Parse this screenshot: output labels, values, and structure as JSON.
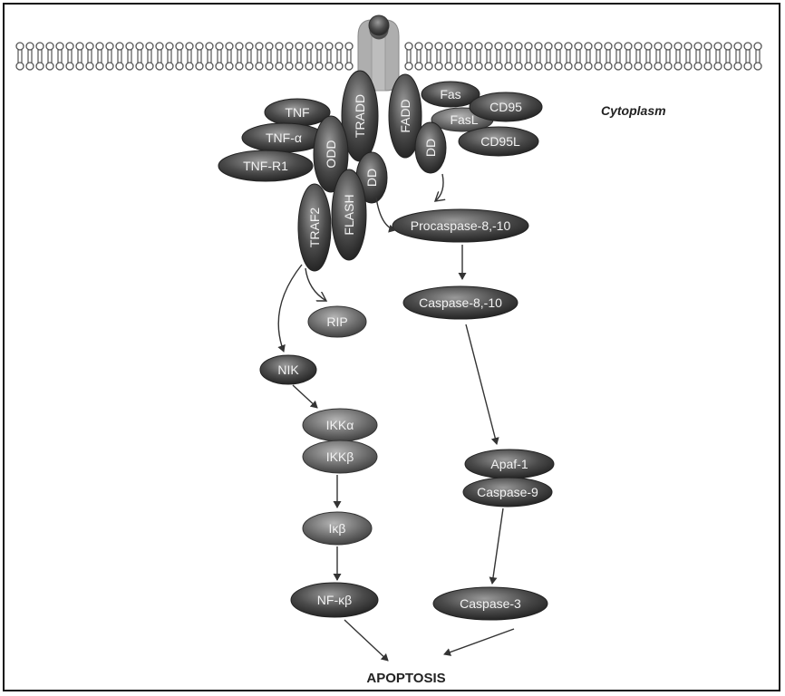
{
  "labels": {
    "cytoplasm": "Cytoplasm",
    "apoptosis": "APOPTOSIS"
  },
  "nodes": {
    "tnf": "TNF",
    "tnf_alpha": "TNF-α",
    "tnf_r1": "TNF-R1",
    "tradd": "TRADD",
    "fadd": "FADD",
    "fas": "Fas",
    "fasl": "FasL",
    "cd95": "CD95",
    "cd95l": "CD95L",
    "odd": "ODD",
    "dd_right": "DD",
    "dd_center": "DD",
    "flash": "FLASH",
    "traf2": "TRAF2",
    "procaspase": "Procaspase-8,-10",
    "caspase_8_10": "Caspase-8,-10",
    "rip": "RIP",
    "nik": "NIK",
    "ikk_alpha": "IKKα",
    "ikk_beta": "IKKβ",
    "ikb": "Iκβ",
    "nfkb": "NF-κβ",
    "apaf1": "Apaf-1",
    "caspase9": "Caspase-9",
    "caspase3": "Caspase-3"
  },
  "colors": {
    "membrane": "#555555",
    "receptor": "#aaaaaa",
    "node_dark": "#3a3a3a",
    "node_mid": "#6e6e6e"
  }
}
